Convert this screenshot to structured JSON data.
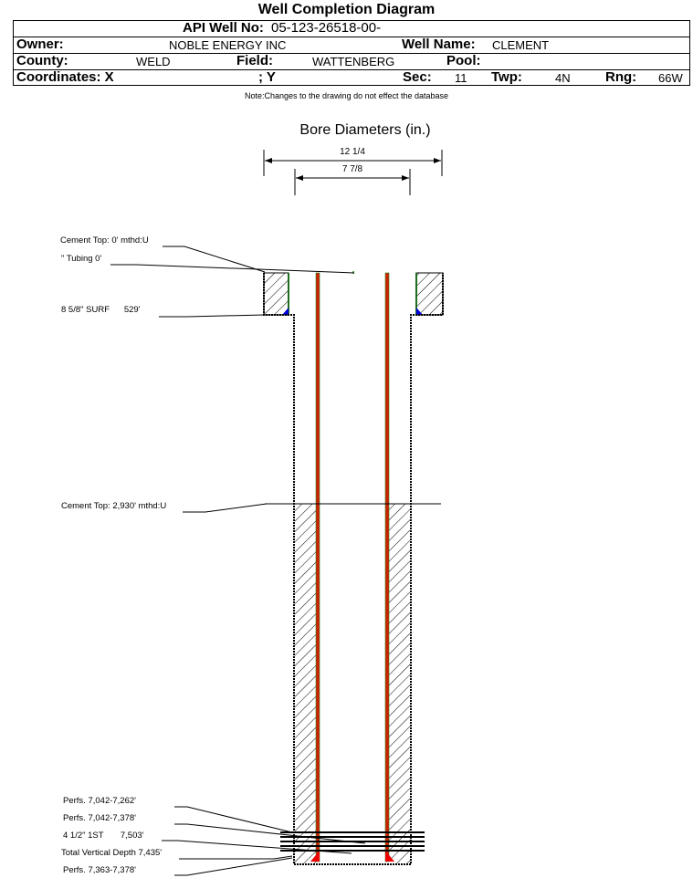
{
  "header": {
    "title": "Well Completion Diagram",
    "api_label": "API Well No:",
    "api_value": "05-123-26518-00-",
    "owner_label": "Owner:",
    "owner_value": "NOBLE ENERGY INC",
    "well_name_label": "Well Name:",
    "well_name_value": "CLEMENT",
    "county_label": "County:",
    "county_value": "WELD",
    "field_label": "Field:",
    "field_value": "WATTENBERG",
    "pool_label": "Pool:",
    "pool_value": "",
    "coords_label": "Coordinates: X",
    "y_label": "; Y",
    "sec_label": "Sec:",
    "sec_value": "11",
    "twp_label": "Twp:",
    "twp_value": "4N",
    "rng_label": "Rng:",
    "rng_value": "66W"
  },
  "note": "Note:Changes to the drawing do not effect the database",
  "bore": {
    "title": "Bore Diameters (in.)",
    "outer": "12 1/4",
    "inner": "7 7/8"
  },
  "labels": {
    "cement_top_surface": "Cement Top: 0' mthd:U",
    "tubing": "\" Tubing 0'",
    "surface_casing": "8 5/8\" SURF      529'",
    "cement_top_prod": "Cement Top: 2,930' mthd:U",
    "perfs_1": "Perfs. 7,042-7,262'",
    "perfs_2": "Perfs. 7,042-7,378'",
    "prod_casing": "4 1/2\" 1ST       7,503'",
    "tvd": "Total Vertical Depth 7,435'",
    "perfs_3": "Perfs. 7,363-7,378'"
  },
  "colors": {
    "casing": "#cc2200",
    "casing_edge": "#2a8a2a",
    "cement_edge": "#1e6e1e",
    "shoe": "#0000dd",
    "prod_shoe": "#ee0000"
  }
}
